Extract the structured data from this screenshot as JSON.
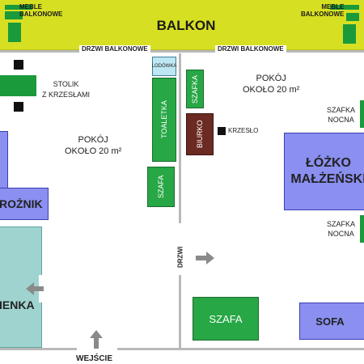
{
  "balcony": {
    "title": "BALKON",
    "furniture_left": "MEBLE\nBALKONOWE",
    "furniture_right": "MEBLE\nBALKONOWE",
    "door_left": "DRZWI BALKONOWE",
    "door_right": "DRZWI BALKONOWE"
  },
  "left_room": {
    "table_label": "STOLIK\nZ KRZESŁAMI",
    "room_label": "POKÓJ\nOKOŁO 20 m²",
    "fridge": "LODÓWKA",
    "dresser": "TOALETKA",
    "wardrobe": "SZAFA",
    "cabinet_partial": "ROŻNIK",
    "bathroom_partial": "IENKA"
  },
  "right_room": {
    "room_label": "POKÓJ\nOKOŁO 20 m²",
    "cabinet": "SZAFKA",
    "desk": "BIURKO",
    "chair": "KRZESŁO",
    "bed": "ŁÓŻKO\nMAŁŻEŃSKI",
    "nightstand_top": "SZAFKA\nNOCNA",
    "nightstand_bottom": "SZAFKA\nNOCNA",
    "wardrobe": "SZAFA",
    "sofa": "SOFA"
  },
  "doors": {
    "inner_door": "DRZWI",
    "entrance": "WEJŚCIE"
  },
  "colors": {
    "balcony": "#d7df23",
    "furniture_green": "#27a745",
    "bed_blue": "#8a8ff0",
    "bathroom_teal": "#9fd3cf",
    "desk_brown": "#6b2a22"
  }
}
